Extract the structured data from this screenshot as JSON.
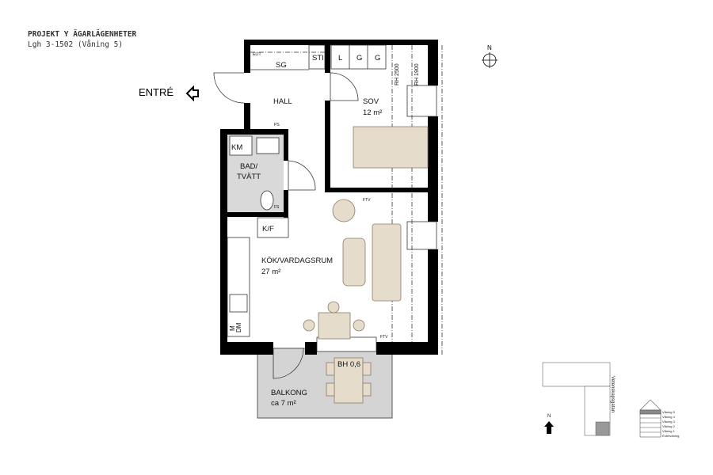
{
  "header": {
    "project": "PROJEKT Y ÄGARLÄGENHETER",
    "unit": "Lgh 3-1502 (Våning 5)"
  },
  "entrance_label": "ENTRÉ",
  "rooms": {
    "hall": "HALL",
    "sov": "SOV",
    "sov_area": "12 m²",
    "bad": "BAD/",
    "bad2": "TVÄTT",
    "kok": "KÖK/VARDAGSRUM",
    "kok_area": "27 m²",
    "balkong": "BALKONG",
    "balkong_area": "ca 7 m²"
  },
  "fixtures": {
    "elit": "ELIT",
    "sg": "SG",
    "sti": "STI",
    "l": "L",
    "g1": "G",
    "g2": "G",
    "km": "KM",
    "kf": "K/F",
    "dm": "DM",
    "m": "M",
    "ps": "PS",
    "fs": "FS",
    "ftv": "FTV",
    "rh1": "RH 2500",
    "rh2": "RH 1900",
    "bh": "BH 0,6"
  },
  "compass": {
    "label": "N"
  },
  "keyplan": {
    "street": "Vetenskapsgatan",
    "north": "N",
    "floors": [
      "Våning 5",
      "Våning 4",
      "Våning 3",
      "Våning 2",
      "Våning 1",
      "Entréväning"
    ],
    "highlighted_floor": "Våning 5"
  },
  "colors": {
    "wall": "#000000",
    "wet_floor": "#d9d9d9",
    "balcony": "#d4d4d4",
    "furniture": "#e6dccb",
    "furniture_stroke": "#8a7b63"
  }
}
